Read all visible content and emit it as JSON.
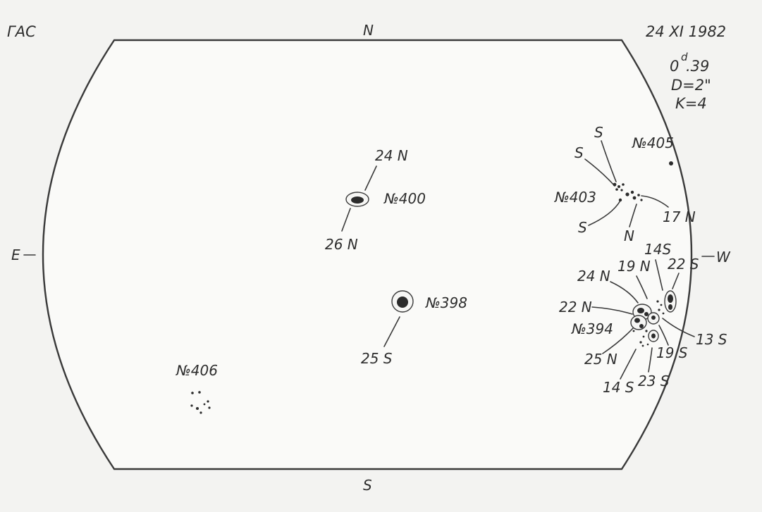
{
  "header": {
    "observatory": "ГАС",
    "date": "24 XI 1982",
    "time_main": "0",
    "time_sup": "d",
    "time_frac": ".39",
    "diameter": "D=2\"",
    "k_value": "K=4"
  },
  "directions": {
    "north": "N",
    "south": "S",
    "east": "E",
    "west": "W"
  },
  "groups": {
    "g400": {
      "name": "№400",
      "lat_top": "24 N",
      "lat_bottom": "26 N"
    },
    "g398": {
      "name": "№398",
      "lat": "25 S"
    },
    "g406": {
      "name": "№406"
    },
    "g405": {
      "name": "№405"
    },
    "g403": {
      "name": "№403",
      "pol_s1": "S",
      "pol_s2": "S",
      "pol_s3": "S",
      "pol_n": "N",
      "lat": "17 N"
    },
    "g394": {
      "name": "№394",
      "lat_14s_top": "14S",
      "lat_22s": "22 S",
      "lat_19n": "19 N",
      "lat_24n": "24 N",
      "lat_22n": "22 N",
      "lat_13s": "13 S",
      "lat_19s": "19 S",
      "lat_25n": "25 N",
      "lat_14s_bottom": "14 S",
      "lat_23s": "23 S"
    }
  }
}
